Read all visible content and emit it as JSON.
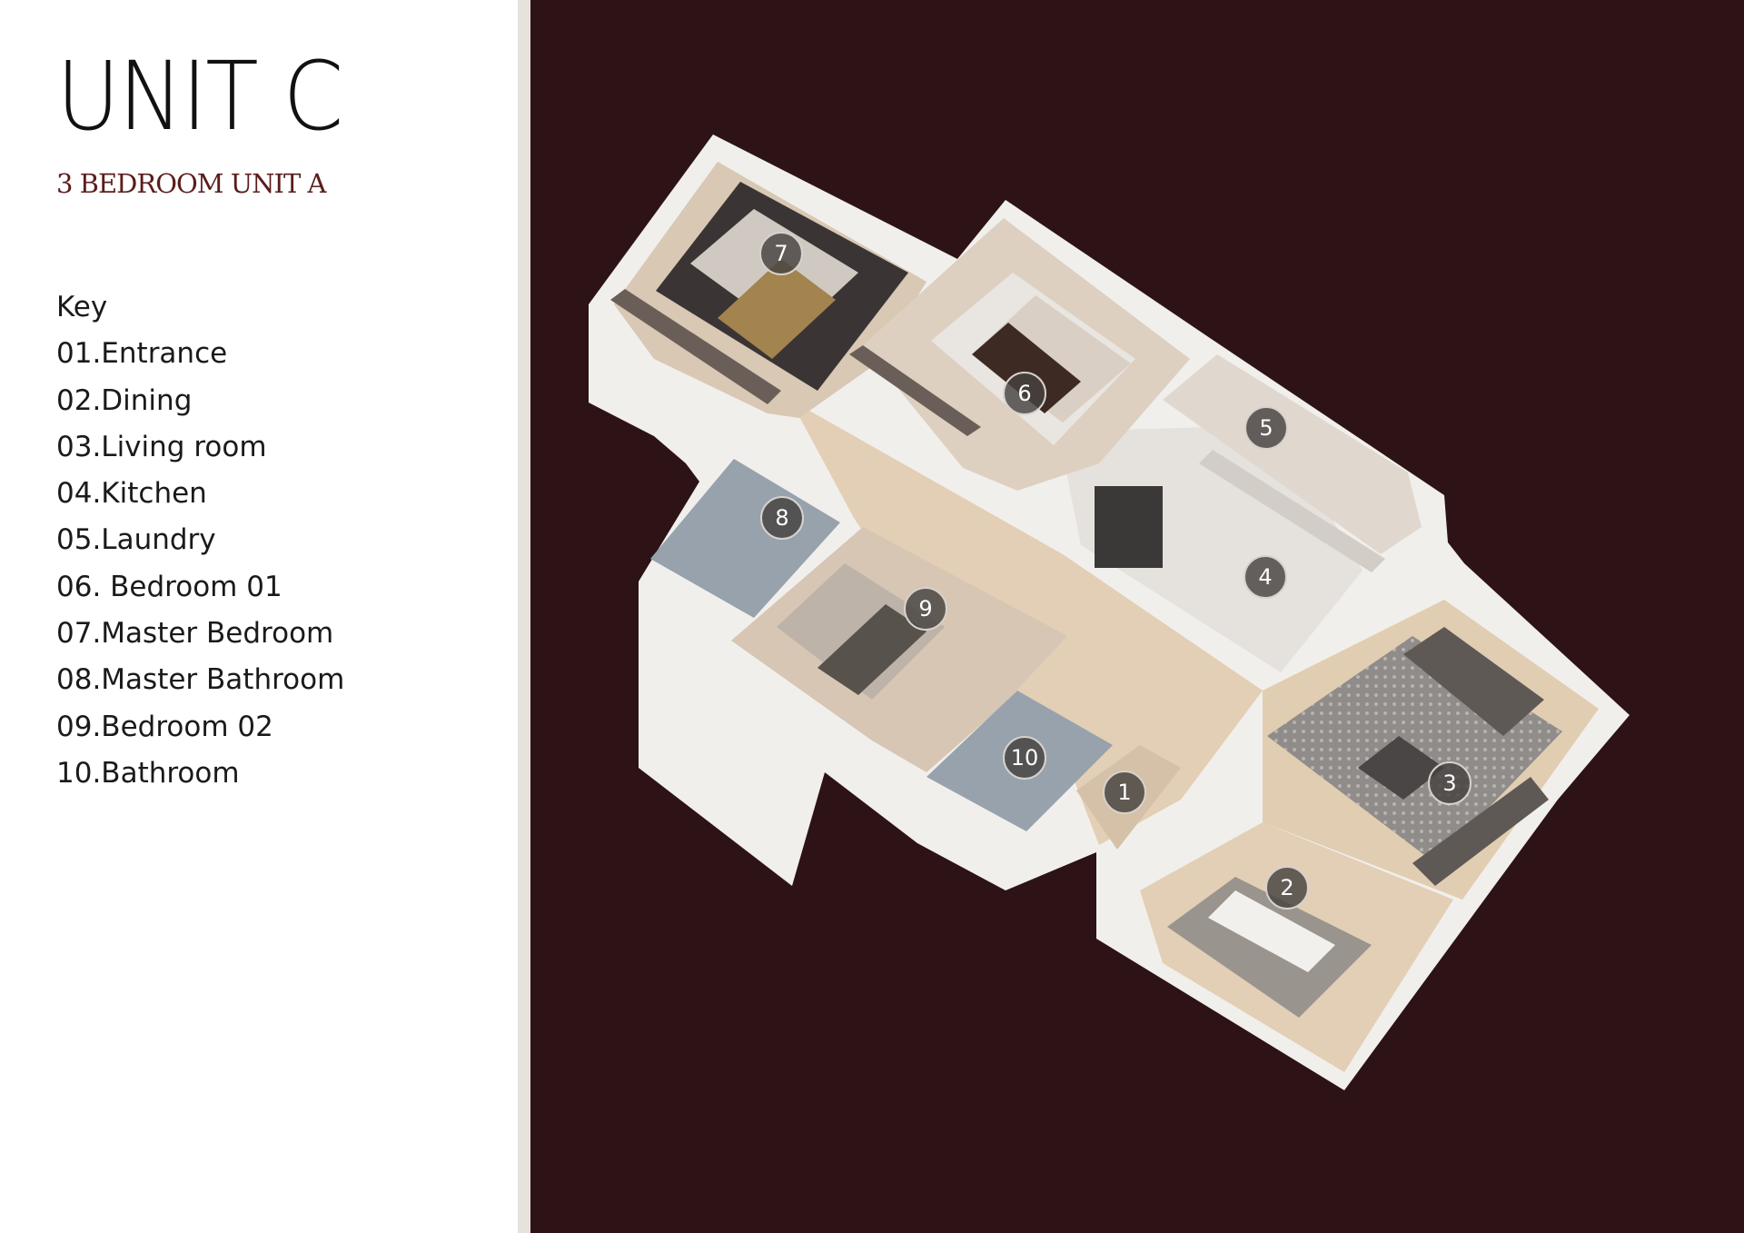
{
  "page": {
    "title": "UNIT C",
    "subtitle": "3 BEDROOM UNIT A"
  },
  "key": {
    "heading": "Key",
    "items": [
      "01.Entrance",
      "02.Dining",
      "03.Living room",
      "04.Kitchen",
      "05.Laundry",
      "06. Bedroom 01",
      "07.Master Bedroom",
      "08.Master Bathroom",
      "09.Bedroom 02",
      "10.Bathroom"
    ]
  },
  "plan": {
    "markers": [
      "1",
      "2",
      "3",
      "4",
      "5",
      "6",
      "7",
      "8",
      "9",
      "10"
    ]
  },
  "colors": {
    "background_dark": "#2d1315",
    "subtitle": "#5a1e1c",
    "divider": "#e6e2dc",
    "wall": "#f1efec",
    "floor_wood": "#e3cfb5",
    "marker_fill": "#464240"
  }
}
